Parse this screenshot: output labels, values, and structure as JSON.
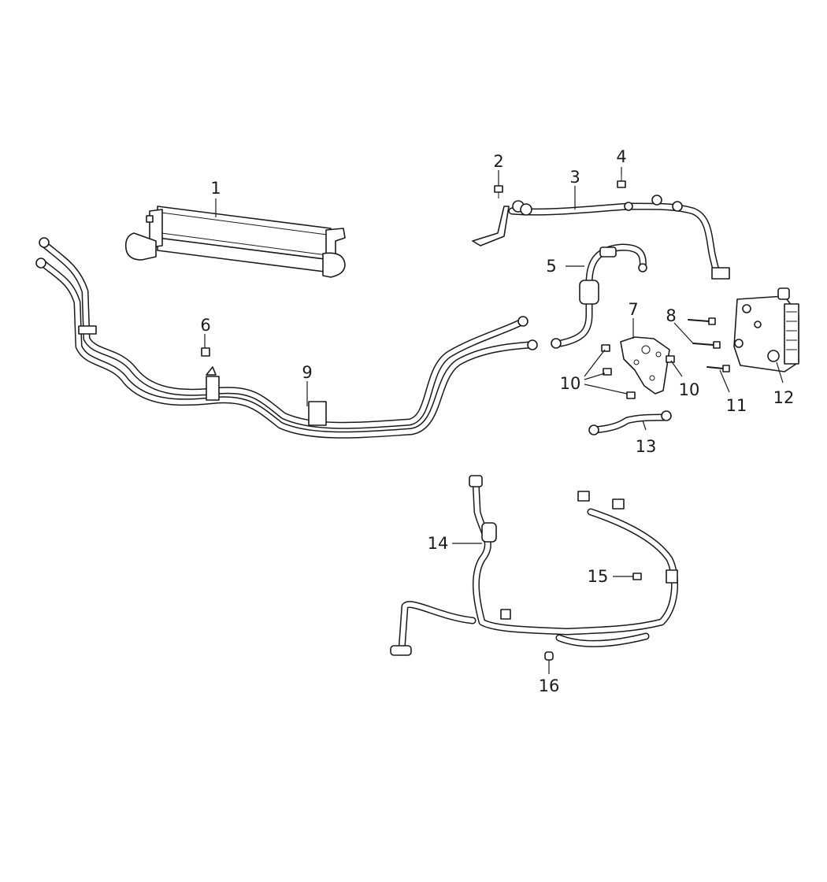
{
  "callouts": [
    {
      "id": "1",
      "label": "1"
    },
    {
      "id": "2",
      "label": "2"
    },
    {
      "id": "3",
      "label": "3"
    },
    {
      "id": "4",
      "label": "4"
    },
    {
      "id": "5",
      "label": "5"
    },
    {
      "id": "6",
      "label": "6"
    },
    {
      "id": "7",
      "label": "7"
    },
    {
      "id": "8",
      "label": "8"
    },
    {
      "id": "9",
      "label": "9"
    },
    {
      "id": "10a",
      "label": "10"
    },
    {
      "id": "10b",
      "label": "10"
    },
    {
      "id": "11",
      "label": "11"
    },
    {
      "id": "12",
      "label": "12"
    },
    {
      "id": "13",
      "label": "13"
    },
    {
      "id": "14",
      "label": "14"
    },
    {
      "id": "15",
      "label": "15"
    },
    {
      "id": "16",
      "label": "16"
    }
  ]
}
